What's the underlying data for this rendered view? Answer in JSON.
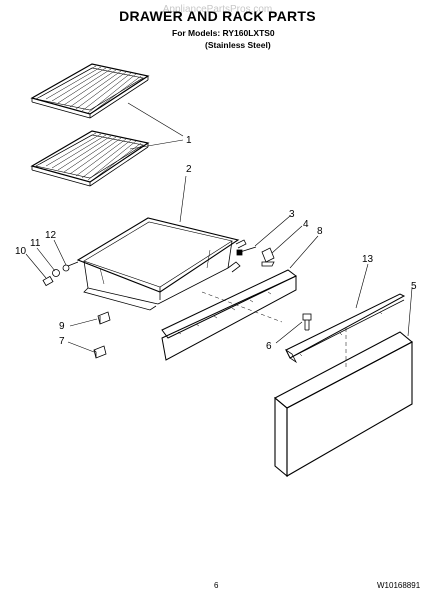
{
  "header": {
    "watermark": "AppliancePartsPros.com",
    "title": "DRAWER AND RACK PARTS",
    "models_line": "For Models: RY160LXTS0",
    "finish_line": "(Stainless Steel)"
  },
  "callouts": [
    "1",
    "2",
    "3",
    "4",
    "5",
    "6",
    "7",
    "8",
    "9",
    "10",
    "11",
    "12",
    "13"
  ],
  "footer": {
    "page_number": "6",
    "doc_number": "W10168891"
  }
}
